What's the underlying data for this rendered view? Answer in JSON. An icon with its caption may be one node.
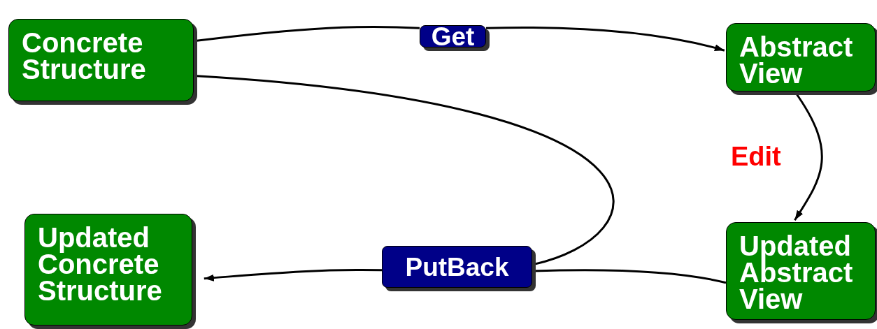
{
  "diagram": {
    "nodes": [
      {
        "text": [
          "Concrete Structure"
        ]
      },
      {
        "text": [
          "Get"
        ]
      },
      {
        "text": [
          "Abstract View"
        ]
      },
      {
        "text": [
          "Updated Abstract View"
        ]
      },
      {
        "text": [
          "PutBack"
        ]
      },
      {
        "text": [
          "Updated Concrete Structure"
        ]
      }
    ],
    "edges": [
      {
        "from": 0,
        "to": 1,
        "arrow": "none"
      },
      {
        "from": 1,
        "to": 2,
        "arrow": "to"
      },
      {
        "from": 2,
        "to": 3,
        "arrow": "to",
        "label": "Edit"
      },
      {
        "from": 0,
        "to": 4,
        "arrow": "none"
      },
      {
        "from": 3,
        "to": 4,
        "arrow": "none"
      },
      {
        "from": 4,
        "to": 5,
        "arrow": "to"
      }
    ]
  }
}
